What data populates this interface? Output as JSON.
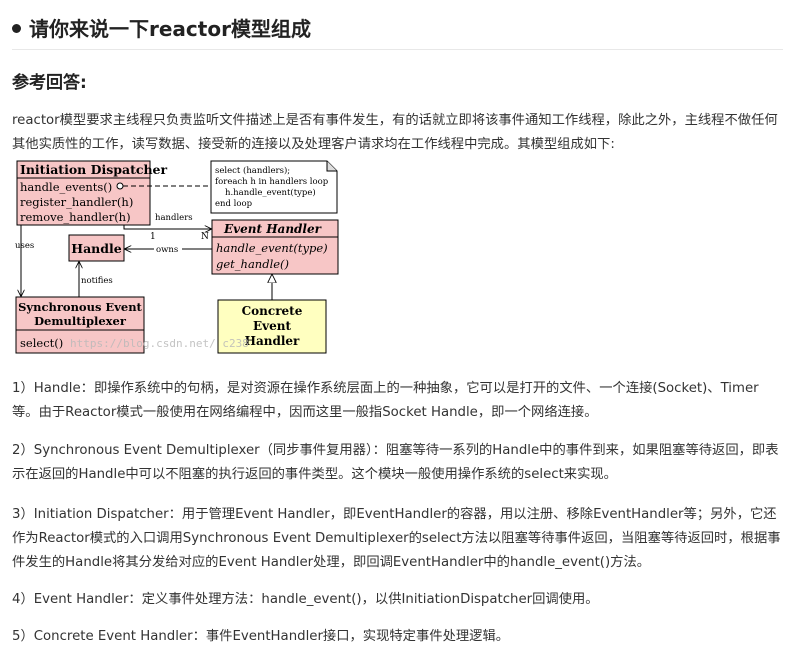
{
  "question": {
    "title": "请你来说一下reactor模型组成"
  },
  "answer": {
    "heading": "参考回答:",
    "intro": "reactor模型要求主线程只负责监听文件描述上是否有事件发生，有的话就立即将该事件通知工作线程，除此之外，主线程不做任何其他实质性的工作，读写数据、接受新的连接以及处理客户请求均在工作线程中完成。其模型组成如下:",
    "items": [
      "1）Handle：即操作系统中的句柄，是对资源在操作系统层面上的一种抽象，它可以是打开的文件、一个连接(Socket)、Timer等。由于Reactor模式一般使用在网络编程中，因而这里一般指Socket Handle，即一个网络连接。",
      "2）Synchronous Event Demultiplexer（同步事件复用器）：阻塞等待一系列的Handle中的事件到来，如果阻塞等待返回，即表示在返回的Handle中可以不阻塞的执行返回的事件类型。这个模块一般使用操作系统的select来实现。",
      "3）Initiation Dispatcher：用于管理Event Handler，即EventHandler的容器，用以注册、移除EventHandler等；另外，它还作为Reactor模式的入口调用Synchronous Event Demultiplexer的select方法以阻塞等待事件返回，当阻塞等待返回时，根据事件发生的Handle将其分发给对应的Event Handler处理，即回调EventHandler中的handle_event()方法。",
      "4）Event Handler：定义事件处理方法：handle_event()，以供InitiationDispatcher回调使用。",
      "5）Concrete Event Handler：事件EventHandler接口，实现特定事件处理逻辑。"
    ]
  },
  "diagram": {
    "dispatcher": {
      "name": "Initiation Dispatcher",
      "methods": [
        "handle_events()",
        "register_handler(h)",
        "remove_handler(h)"
      ]
    },
    "note": [
      "select (handlers);",
      "foreach h in handlers loop",
      "h.handle_event(type)",
      "end loop"
    ],
    "handle": "Handle",
    "event_handler": {
      "name": "Event Handler",
      "methods": [
        "handle_event(type)",
        "get_handle()"
      ]
    },
    "demux": {
      "name_line1": "Synchronous Event",
      "name_line2": "Demultiplexer",
      "methods": [
        "select()"
      ]
    },
    "concrete": [
      "Concrete",
      "Event",
      "Handler"
    ],
    "labels": {
      "handlers": "handlers",
      "one": "1",
      "n": "N",
      "uses": "uses",
      "owns": "owns",
      "notifies": "notifies"
    },
    "watermark": "https://blog.csdn.net/          c238",
    "colors": {
      "class_fill": "#f7c6c6",
      "note_fill": "#ffffff",
      "concrete_fill": "#ffffc0",
      "stroke": "#000000"
    }
  }
}
